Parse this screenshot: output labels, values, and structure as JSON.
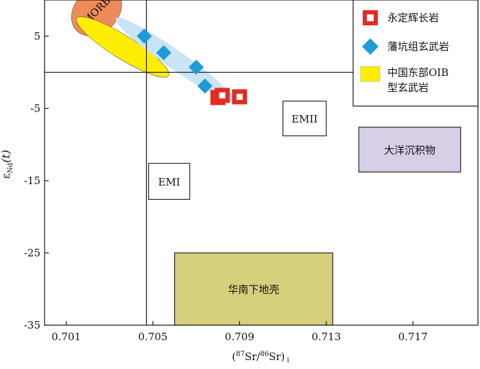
{
  "chart_data": {
    "type": "scatter",
    "xlabel": "(87Sr/86Sr)i",
    "xlabel_parts": {
      "open": "(",
      "sup1": "87",
      "mid": "Sr/",
      "sup2": "86",
      "close": "Sr)",
      "sub": "i"
    },
    "ylabel_parts": {
      "main": "ε",
      "sub": "Nd",
      "tail": "(t)"
    },
    "xlim": [
      0.7,
      0.72
    ],
    "ylim": [
      -35,
      10
    ],
    "x_ticks": [
      0.701,
      0.705,
      0.709,
      0.713,
      0.717
    ],
    "x_tick_labels": [
      "0.701",
      "0.705",
      "0.709",
      "0.713",
      "0.717"
    ],
    "y_ticks": [
      5,
      -5,
      -15,
      -25,
      -35
    ],
    "y_tick_labels": [
      "5",
      "-5",
      "-15",
      "-25",
      "-35"
    ],
    "reference_lines": {
      "x": 0.7047,
      "y": 0
    },
    "series": [
      {
        "name": "永定辉长岩",
        "marker": "square-outline",
        "color": "#e32b22",
        "points": [
          [
            0.708,
            -3.5
          ],
          [
            0.7082,
            -3.2
          ],
          [
            0.709,
            -3.4
          ]
        ]
      },
      {
        "name": "藩坑组玄武岩",
        "marker": "diamond",
        "color": "#1e9bd7",
        "points": [
          [
            0.7046,
            5.0
          ],
          [
            0.7055,
            2.7
          ],
          [
            0.707,
            0.7
          ],
          [
            0.7074,
            -1.9
          ]
        ]
      }
    ],
    "fields": [
      {
        "name": "MORB",
        "label": "MORB",
        "shape": "ellipse",
        "color": "#ef8a5a",
        "cx": 0.7024,
        "cy": 8.5,
        "rx": 0.0013,
        "ry": 3.0,
        "angle": -45
      },
      {
        "name": "中国东部OIB型玄武岩",
        "label": "",
        "shape": "ellipse",
        "color": "#ffee00",
        "cx": 0.7036,
        "cy": 3.5,
        "rx": 0.0025,
        "ry": 1.6,
        "angle": 32
      },
      {
        "name": "藩坑组玄武岩 field",
        "label": "",
        "shape": "ellipse",
        "color": "#c9e4f4",
        "cx": 0.706,
        "cy": 1.8,
        "rx": 0.0033,
        "ry": 1.3,
        "angle": 35
      },
      {
        "name": "EMII",
        "label": "EMII",
        "shape": "rect",
        "color": "#ffffff",
        "x0": 0.711,
        "x1": 0.713,
        "y0": -8.8,
        "y1": -4.0
      },
      {
        "name": "EMI",
        "label": "EMI",
        "shape": "rect",
        "color": "#ffffff",
        "x0": 0.7048,
        "x1": 0.7067,
        "y0": -17.6,
        "y1": -12.6
      },
      {
        "name": "大洋沉积物",
        "label": "大洋沉积物",
        "shape": "rect",
        "color": "#d8cfe6",
        "x0": 0.7145,
        "x1": 0.7192,
        "y0": -13.8,
        "y1": -7.6
      },
      {
        "name": "华南下地壳",
        "label": "华南下地壳",
        "shape": "rect",
        "color": "#d6cf7c",
        "x0": 0.706,
        "x1": 0.7133,
        "y0": -35,
        "y1": -25
      }
    ],
    "legend": {
      "placement": "top-right",
      "entries": [
        {
          "label": "永定辉长岩",
          "marker": "square-outline",
          "color": "#e32b22"
        },
        {
          "label": "藩坑组玄武岩",
          "marker": "diamond",
          "color": "#1e9bd7"
        },
        {
          "label": "中国东部OIB",
          "label2": "型玄武岩",
          "marker": "rect",
          "color": "#ffee00"
        }
      ]
    }
  }
}
